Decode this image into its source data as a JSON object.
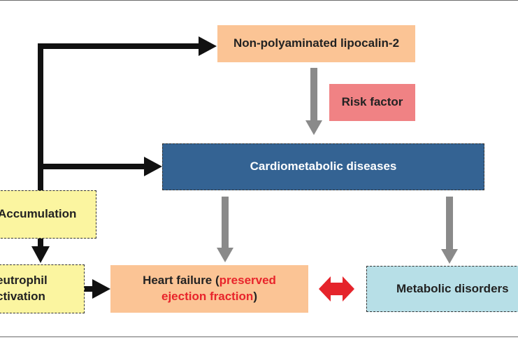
{
  "nodes": {
    "lipocalin": "Non-polyaminated lipocalin-2",
    "risk_factor": "Risk factor",
    "cardiometabolic": "Cardiometabolic diseases",
    "accumulation": "Accumulation",
    "neutrophil_line1": "eutrophil",
    "neutrophil_line2": "ctivation",
    "heart_failure_part1": "Heart failure (",
    "heart_failure_highlight1": "preserved",
    "heart_failure_highlight2": "ejection fraction",
    "heart_failure_part2": ")",
    "metabolic": "Metabolic disorders"
  },
  "colors": {
    "peach": "#fbc495",
    "pink": "#f08284",
    "navy": "#346393",
    "yellow": "#fbf5a0",
    "light_blue": "#b7dfe7",
    "red_text": "#e8242b",
    "red_arrow": "#e5242b",
    "black_arrow": "#111111",
    "gray_arrow": "#8a8a8a"
  }
}
